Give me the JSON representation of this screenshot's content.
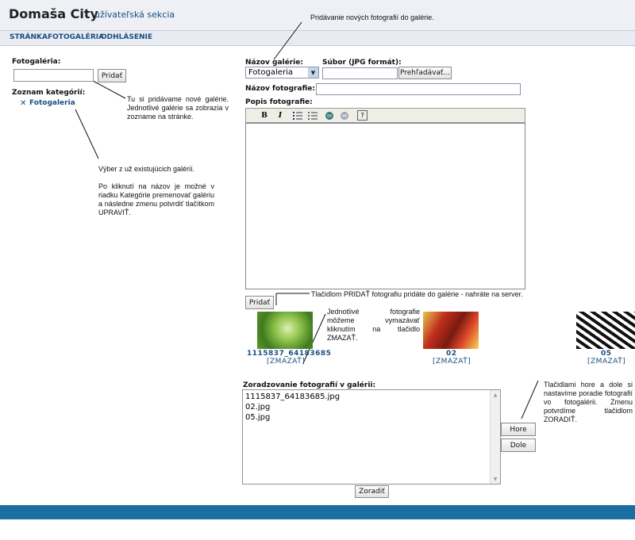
{
  "header": {
    "title": "Domaša City",
    "subtitle": "užívateľská sekcia"
  },
  "nav": {
    "items": [
      "STRÁNKA",
      "FOTOGALÉRIA",
      "ODHLÁSENIE"
    ]
  },
  "left": {
    "gallery_label": "Fotogaléria:",
    "gallery_input_value": "",
    "add_button": "Pridať",
    "categories_label": "Zoznam kategórií:",
    "category_item": "Fotogaleria",
    "delete_glyph": "✕"
  },
  "form": {
    "gallery_name_label": "Názov galérie:",
    "gallery_select_value": "Fotogaleria",
    "file_label": "Súbor (JPG formát):",
    "browse_button": "Prehľadávať...",
    "photo_name_label": "Názov fotografie:",
    "photo_desc_label": "Popis fotografie:",
    "editor_tools": [
      "B",
      "I",
      "ordered-list",
      "unordered-list",
      "image",
      "image-alt",
      "help"
    ],
    "submit_button": "Pridať"
  },
  "thumbnails": [
    {
      "name": "1115837_64183685",
      "delete": "[ZMAZAŤ]",
      "color": "#6fa640"
    },
    {
      "name": "02",
      "delete": "[ZMAZAŤ]",
      "color": "#c0301e"
    },
    {
      "name": "05",
      "delete": "[ZMAZAŤ]",
      "color": "#1a1a1a"
    }
  ],
  "ordering": {
    "label": "Zoradzovanie fotografií v galérii:",
    "items": [
      "1115837_64183685.jpg",
      "02.jpg",
      "05.jpg"
    ],
    "up_button": "Hore",
    "down_button": "Dole",
    "sort_button": "Zoradiť"
  },
  "notes": {
    "top": "Pridávanie nových fotografií do galérie.",
    "add_gallery": "Tu si pridávame nové galérie. Jednotlivé galérie sa zobrazia v zozname na stránke.",
    "select_gallery_1": "Výber z už existujúcich galérií.",
    "select_gallery_2": "Po kliknutí na názov je možné v riadku Kategórie premenovať galériu a následne zmenu potvrdiť tlačítkom UPRAVIŤ.",
    "upload": "Tlačidlom PRIDAŤ fotografiu pridáte do galérie - nahráte na server.",
    "delete": "Jednotlivé fotografie môžeme vymazávať kliknutím na tlačidlo ZMAZAŤ.",
    "order": "Tlačidlami hore a dole si nastavíme poradie fotografií vo fotogalérii. Zmenu potvrdíme tlačidlom ZORADIŤ."
  }
}
